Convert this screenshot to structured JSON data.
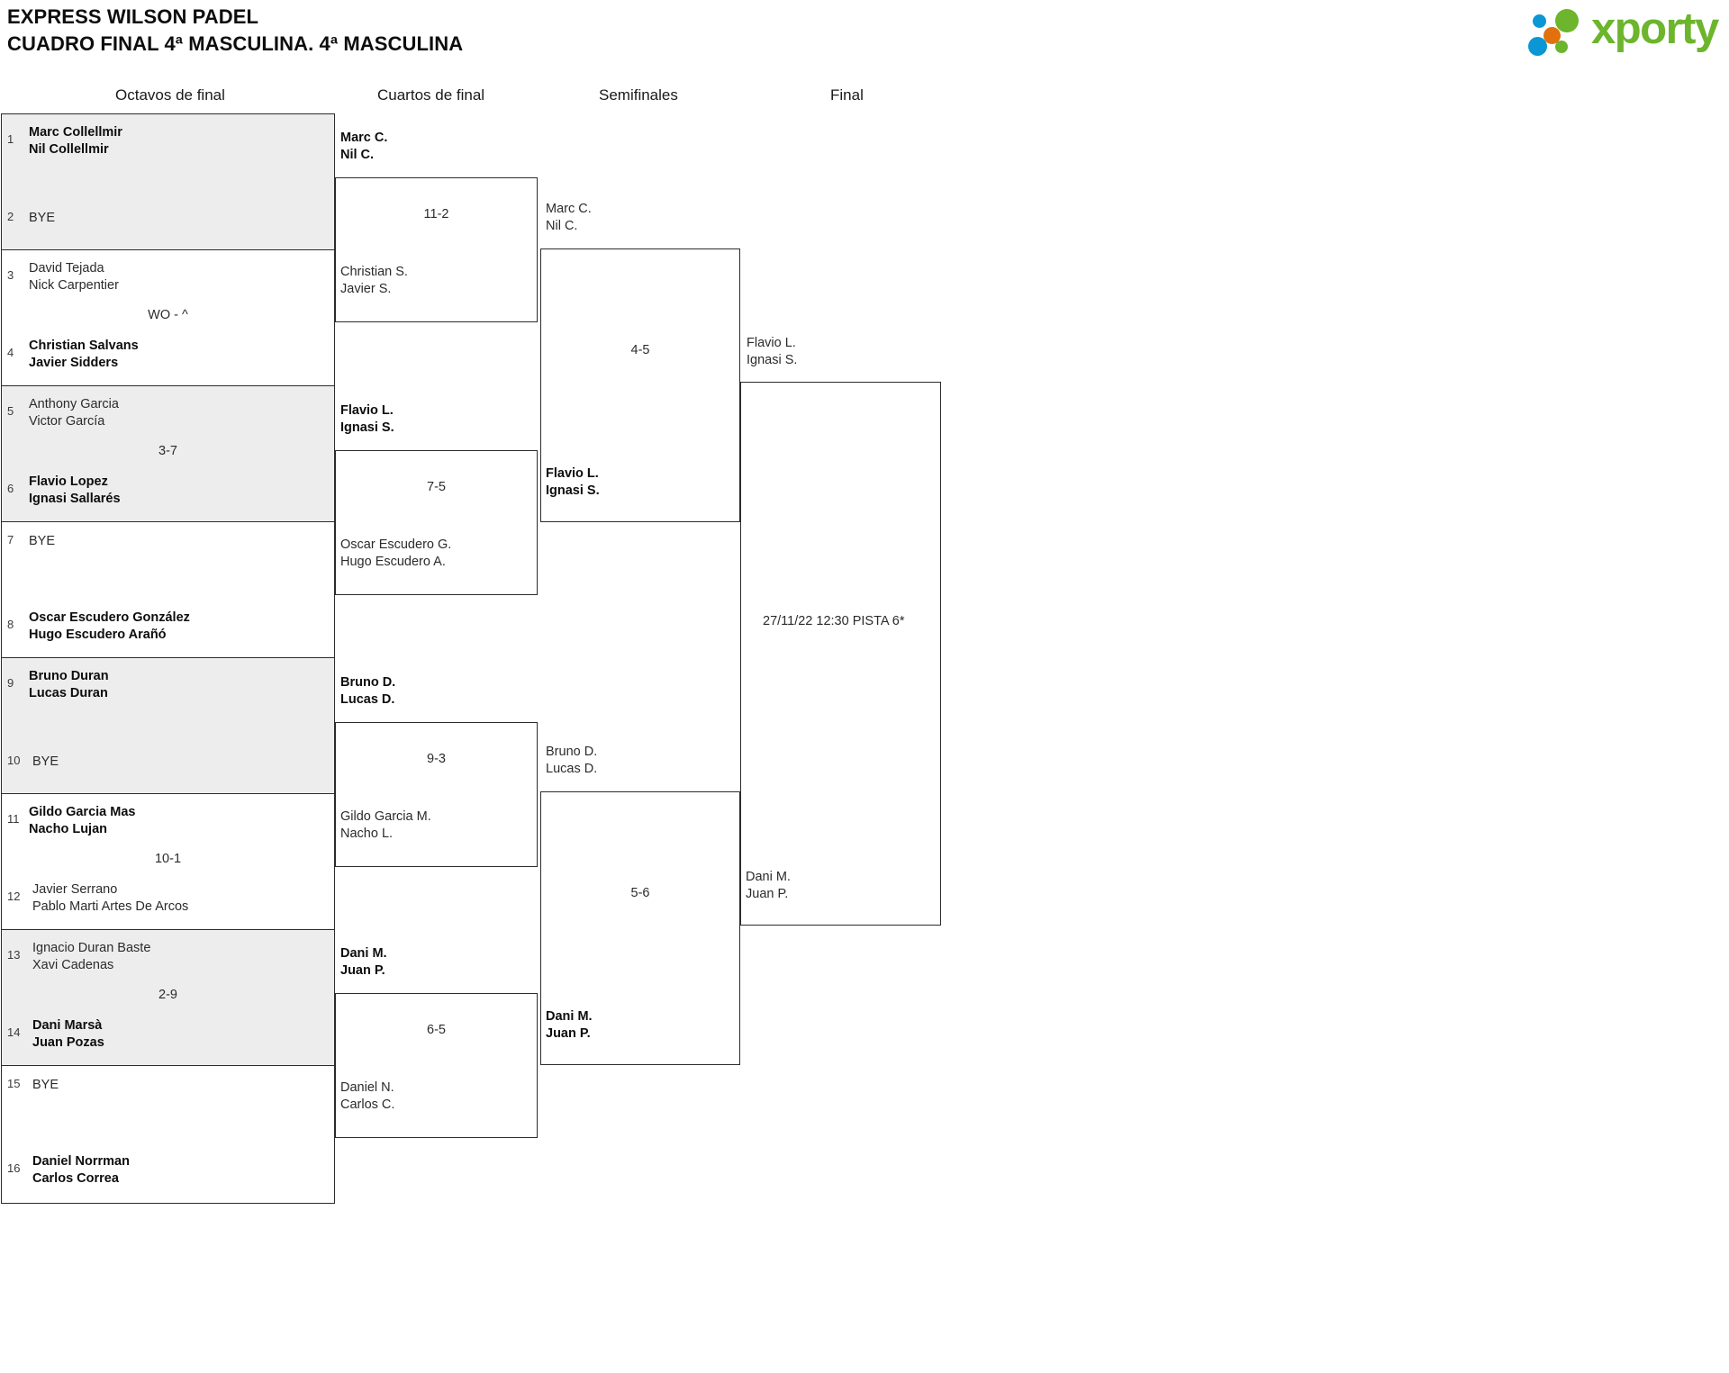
{
  "header": {
    "title_line1": "EXPRESS WILSON PADEL",
    "title_line2": "CUADRO FINAL 4ª MASCULINA. 4ª MASCULINA",
    "logo_word": "xporty",
    "logo_colors": {
      "green": "#6cb52d",
      "blue": "#0b97d4",
      "orange": "#e2700c"
    }
  },
  "columns": [
    {
      "label": "Octavos de final"
    },
    {
      "label": "Cuartos de final"
    },
    {
      "label": "Semifinales"
    },
    {
      "label": "Final"
    }
  ],
  "round_of_16": [
    {
      "shaded": true,
      "score": "",
      "top": {
        "seed": "1",
        "p1": "Marc Collellmir",
        "p2": "Nil Collellmir",
        "winner": true,
        "bye": false
      },
      "bottom": {
        "seed": "2",
        "p1": "BYE",
        "p2": "",
        "winner": false,
        "bye": true
      }
    },
    {
      "shaded": false,
      "score": "WO - ^",
      "top": {
        "seed": "3",
        "p1": "David Tejada",
        "p2": "Nick Carpentier",
        "winner": false,
        "bye": false
      },
      "bottom": {
        "seed": "4",
        "p1": "Christian Salvans",
        "p2": "Javier Sidders",
        "winner": true,
        "bye": false
      }
    },
    {
      "shaded": true,
      "score": "3-7",
      "top": {
        "seed": "5",
        "p1": "Anthony Garcia",
        "p2": "Victor García",
        "winner": false,
        "bye": false
      },
      "bottom": {
        "seed": "6",
        "p1": "Flavio Lopez",
        "p2": "Ignasi Sallarés",
        "winner": true,
        "bye": false
      }
    },
    {
      "shaded": false,
      "score": "",
      "top": {
        "seed": "7",
        "p1": "BYE",
        "p2": "",
        "winner": false,
        "bye": true
      },
      "bottom": {
        "seed": "8",
        "p1": "Oscar Escudero González",
        "p2": "Hugo Escudero Arañó",
        "winner": true,
        "bye": false
      }
    },
    {
      "shaded": true,
      "score": "",
      "top": {
        "seed": "9",
        "p1": "Bruno Duran",
        "p2": "Lucas Duran",
        "winner": true,
        "bye": false
      },
      "bottom": {
        "seed": "10",
        "p1": "BYE",
        "p2": "",
        "winner": false,
        "bye": true
      }
    },
    {
      "shaded": false,
      "score": "10-1",
      "top": {
        "seed": "11",
        "p1": "Gildo Garcia Mas",
        "p2": "Nacho Lujan",
        "winner": true,
        "bye": false
      },
      "bottom": {
        "seed": "12",
        "p1": "Javier Serrano",
        "p2": "Pablo Marti Artes De Arcos",
        "winner": false,
        "bye": false
      }
    },
    {
      "shaded": true,
      "score": "2-9",
      "top": {
        "seed": "13",
        "p1": "Ignacio Duran Baste",
        "p2": "Xavi Cadenas",
        "winner": false,
        "bye": false
      },
      "bottom": {
        "seed": "14",
        "p1": "Dani Marsà",
        "p2": "Juan Pozas",
        "winner": true,
        "bye": false
      }
    },
    {
      "shaded": false,
      "score": "",
      "top": {
        "seed": "15",
        "p1": "BYE",
        "p2": "",
        "winner": false,
        "bye": true
      },
      "bottom": {
        "seed": "16",
        "p1": "Daniel Norrman",
        "p2": "Carlos Correa",
        "winner": true,
        "bye": false
      }
    }
  ],
  "quarterfinals": [
    {
      "score": "11-2",
      "top": {
        "p1": "Marc C.",
        "p2": "Nil C.",
        "winner": true
      },
      "bottom": {
        "p1": "Christian S.",
        "p2": "Javier S.",
        "winner": false
      }
    },
    {
      "score": "7-5",
      "top": {
        "p1": "Flavio L.",
        "p2": "Ignasi S.",
        "winner": true
      },
      "bottom": {
        "p1": "Oscar Escudero G.",
        "p2": "Hugo Escudero A.",
        "winner": false
      }
    },
    {
      "score": "9-3",
      "top": {
        "p1": "Bruno D.",
        "p2": "Lucas D.",
        "winner": true
      },
      "bottom": {
        "p1": "Gildo Garcia M.",
        "p2": "Nacho L.",
        "winner": false
      }
    },
    {
      "score": "6-5",
      "top": {
        "p1": "Dani M.",
        "p2": "Juan P.",
        "winner": true
      },
      "bottom": {
        "p1": "Daniel N.",
        "p2": "Carlos C.",
        "winner": false
      }
    }
  ],
  "semifinals": [
    {
      "score": "4-5",
      "top": {
        "p1": "Marc C.",
        "p2": "Nil C.",
        "winner": false
      },
      "bottom": {
        "p1": "Flavio L.",
        "p2": "Ignasi S.",
        "winner": true
      }
    },
    {
      "score": "5-6",
      "top": {
        "p1": "Bruno D.",
        "p2": "Lucas D.",
        "winner": false
      },
      "bottom": {
        "p1": "Dani M.",
        "p2": "Juan P.",
        "winner": true
      }
    }
  ],
  "final": {
    "note": "27/11/22 12:30 PISTA 6*",
    "top": {
      "p1": "Flavio L.",
      "p2": "Ignasi S.",
      "winner": false
    },
    "bottom": {
      "p1": "Dani M.",
      "p2": "Juan P.",
      "winner": false
    }
  }
}
